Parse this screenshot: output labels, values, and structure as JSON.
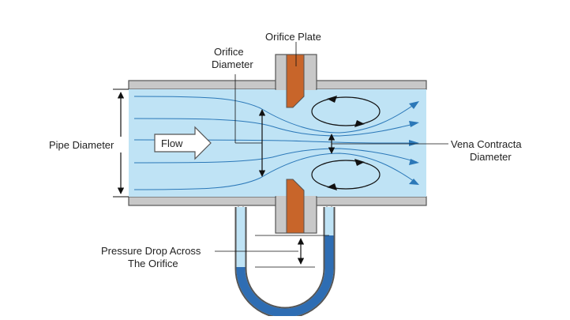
{
  "diagram": {
    "labels": {
      "orifice_plate": "Orifice Plate",
      "orifice_diameter_line1": "Orifice",
      "orifice_diameter_line2": "Diameter",
      "pipe_diameter": "Pipe Diameter",
      "flow": "Flow",
      "vena_contracta_line1": "Vena Contracta",
      "vena_contracta_line2": "Diameter",
      "pressure_drop_line1": "Pressure Drop Across",
      "pressure_drop_line2": "The Orifice"
    },
    "colors": {
      "fluid": "#bfe3f5",
      "pipe_wall": "#c8c8c8",
      "pipe_outline": "#555555",
      "orifice_plate": "#c8652a",
      "manometer_fluid": "#2e6db3",
      "manometer_empty": "#bfe3f5",
      "streamline": "#2b78b8",
      "annotation": "#222222"
    }
  }
}
